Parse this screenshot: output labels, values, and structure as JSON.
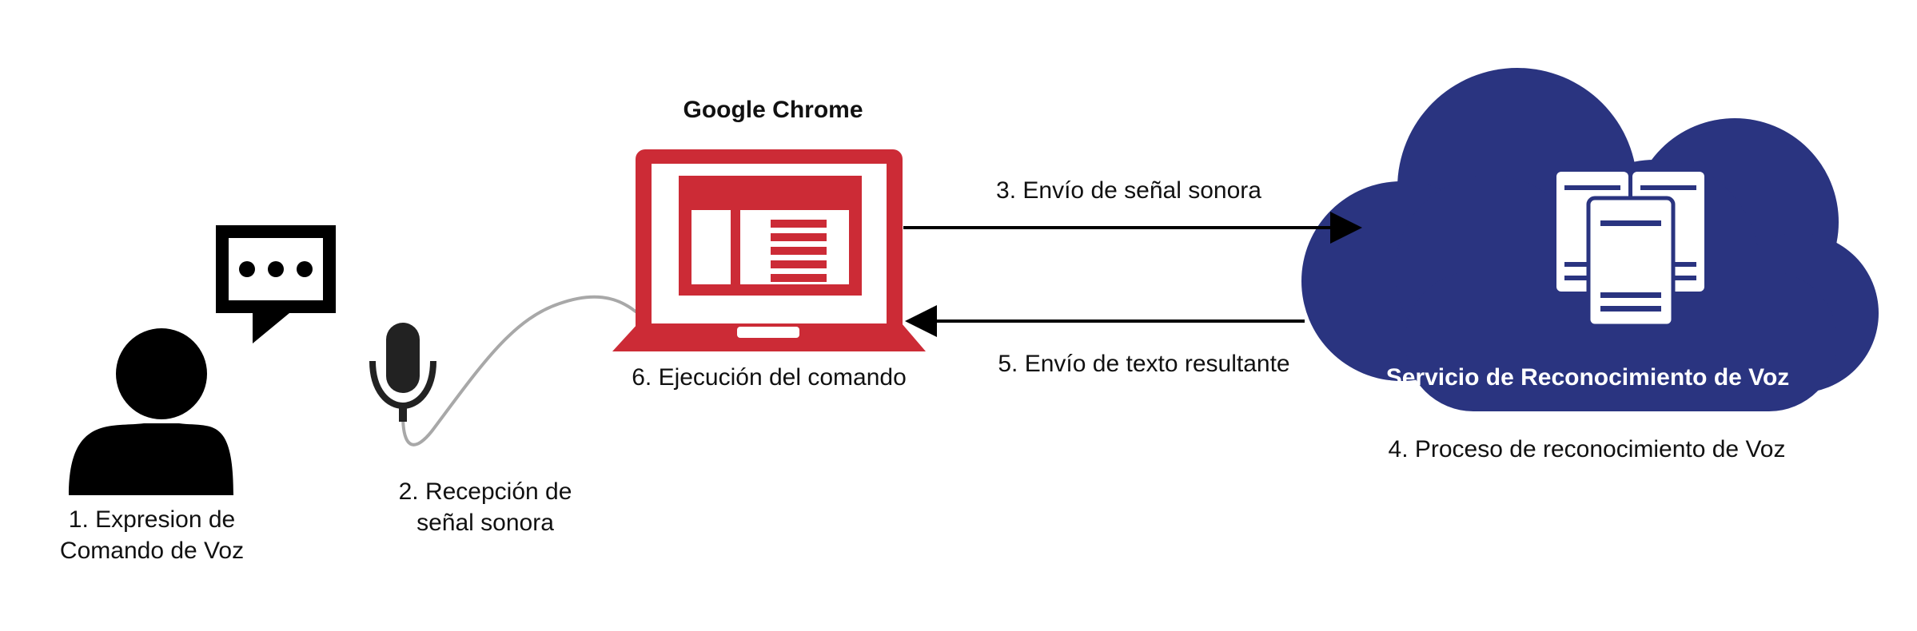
{
  "diagram": {
    "browser_title": "Google Chrome",
    "steps": {
      "step1_line1": "1. Expresion de",
      "step1_line2": "Comando de Voz",
      "step2_line1": "2. Recepción de",
      "step2_line2": "señal sonora",
      "step3": "3. Envío de señal sonora",
      "step4": "4. Proceso de reconocimiento de Voz",
      "step5": "5. Envío de texto resultante",
      "step6": "6. Ejecución del comando"
    },
    "cloud_label": "Servicio de Reconocimiento de Voz",
    "colors": {
      "laptop": "#cc2b36",
      "cloud": "#2a3480",
      "person": "#000000",
      "microphone": "#222222",
      "cable": "#a8a8a8",
      "arrow": "#000000"
    },
    "icons": [
      "person-icon",
      "speech-bubble-icon",
      "microphone-icon",
      "laptop-icon",
      "cloud-icon",
      "server-icon"
    ]
  }
}
